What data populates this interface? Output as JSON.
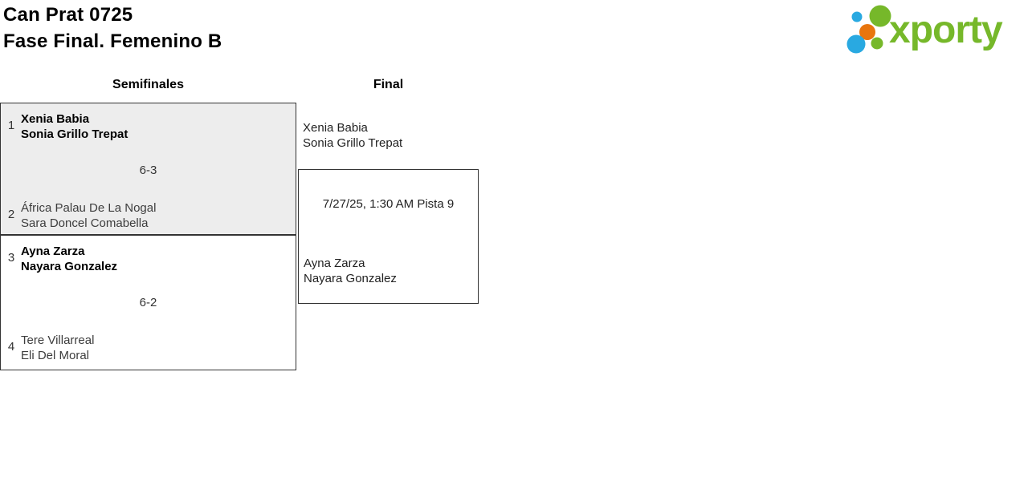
{
  "header": {
    "title_line1": "Can Prat 0725",
    "title_line2": "Fase Final. Femenino B"
  },
  "logo": {
    "wordmark": "xporty",
    "colors": {
      "green": "#76b82a",
      "blue": "#29a9e1",
      "orange": "#e8750e"
    }
  },
  "bracket": {
    "rounds": [
      {
        "title": "Semifinales"
      },
      {
        "title": "Final"
      }
    ],
    "semifinals": [
      {
        "seed_top": "1",
        "team_top": {
          "players": [
            "Xenia Babia",
            "Sonia Grillo Trepat"
          ],
          "winner": true
        },
        "score": "6-3",
        "seed_bottom": "2",
        "team_bottom": {
          "players": [
            "África Palau De La Nogal",
            "Sara Doncel Comabella"
          ],
          "winner": false
        }
      },
      {
        "seed_top": "3",
        "team_top": {
          "players": [
            "Ayna Zarza",
            "Nayara Gonzalez"
          ],
          "winner": true
        },
        "score": "6-2",
        "seed_bottom": "4",
        "team_bottom": {
          "players": [
            "Tere Villarreal",
            "Eli Del Moral"
          ],
          "winner": false
        }
      }
    ],
    "final": {
      "team_top": [
        "Xenia Babia",
        "Sonia Grillo Trepat"
      ],
      "info": "7/27/25, 1:30 AM Pista 9",
      "team_bottom": [
        "Ayna Zarza",
        "Nayara Gonzalez"
      ]
    }
  }
}
